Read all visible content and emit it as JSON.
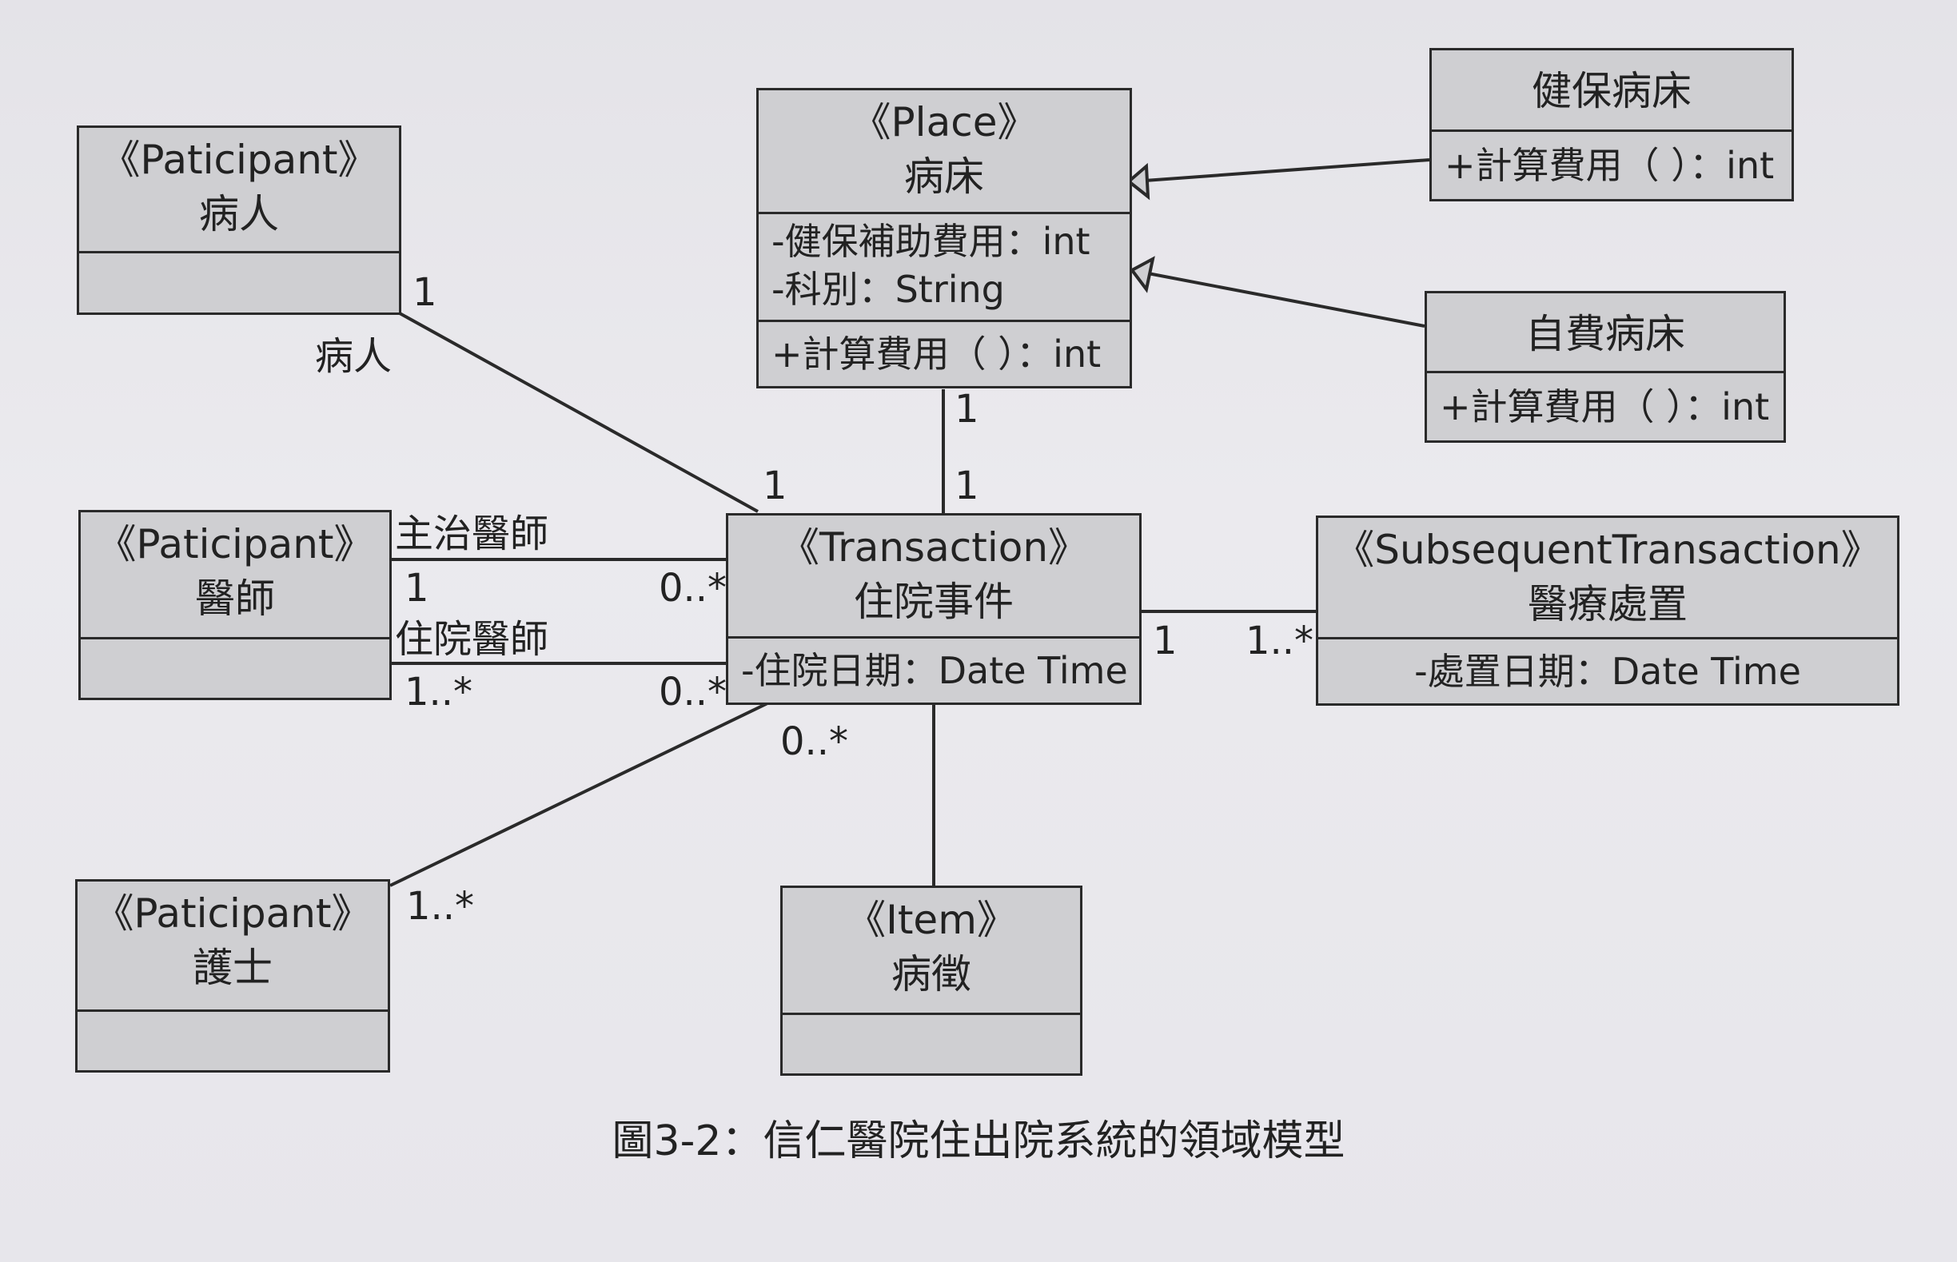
{
  "classes": {
    "patient": {
      "stereotype": "《Paticipant》",
      "name": "病人"
    },
    "doctor": {
      "stereotype": "《Paticipant》",
      "name": "醫師"
    },
    "nurse": {
      "stereotype": "《Paticipant》",
      "name": "護士"
    },
    "bed": {
      "stereotype": "《Place》",
      "name": "病床",
      "attrs": [
        "-健保補助費用：int",
        "-科別：String"
      ],
      "ops": [
        "+計算費用（ ）：int"
      ]
    },
    "nhi_bed": {
      "name": "健保病床",
      "ops": [
        "+計算費用（ ）：int"
      ]
    },
    "self_bed": {
      "name": "自費病床",
      "ops": [
        "+計算費用（ ）：int"
      ]
    },
    "stay": {
      "stereotype": "《Transaction》",
      "name": "住院事件",
      "attrs": [
        "-住院日期：Date Time"
      ]
    },
    "treatment": {
      "stereotype": "《SubsequentTransaction》",
      "name": "醫療處置",
      "attrs": [
        "-處置日期：Date Time"
      ]
    },
    "symptom": {
      "stereotype": "《Item》",
      "name": "病徵"
    }
  },
  "labels": {
    "patient_mult": "1",
    "patient_role": "病人",
    "patient_trans_mult": "1",
    "bed_mult": "1",
    "bed_trans_mult": "1",
    "attending_role": "主治醫師",
    "attending_mult": "1",
    "attending_trans_mult": "0..*",
    "resident_role": "住院醫師",
    "resident_mult": "1..*",
    "resident_trans_mult": "0..*",
    "nurse_trans_mult": "0..*",
    "nurse_mult": "1..*",
    "trans_sub_mult": "1",
    "sub_mult": "1..*"
  },
  "caption": "圖3-2：信仁醫院住出院系統的領域模型"
}
